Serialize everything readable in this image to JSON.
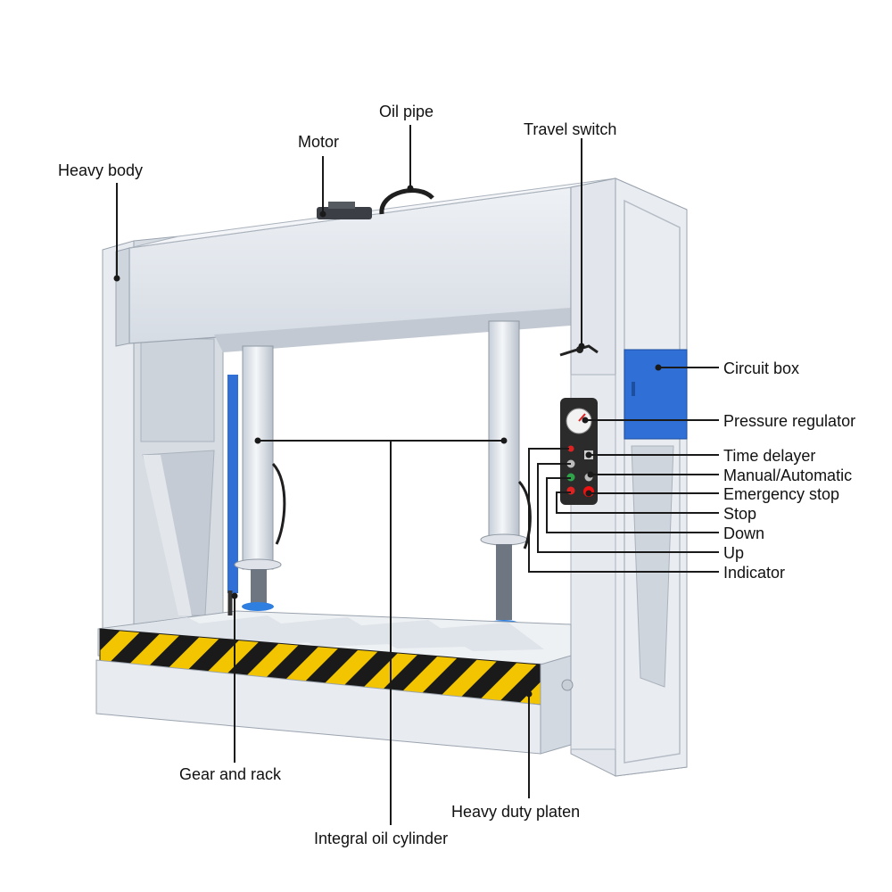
{
  "labels": {
    "heavy_body": "Heavy body",
    "motor": "Motor",
    "oil_pipe": "Oil pipe",
    "travel_switch": "Travel switch",
    "circuit_box": "Circuit box",
    "pressure_regulator": "Pressure regulator",
    "time_delayer": "Time delayer",
    "manual_automatic": "Manual/Automatic",
    "emergency_stop": "Emergency stop",
    "stop": "Stop",
    "down": "Down",
    "up": "Up",
    "indicator": "Indicator",
    "gear_and_rack": "Gear and rack",
    "heavy_duty_platen": "Heavy duty platen",
    "integral_oil_cylinder": "Integral oil cylinder"
  },
  "colors": {
    "frame": "#e6eaf0",
    "frame_shade": "#c9d0da",
    "frame_edge": "#9aa3ae",
    "circuit_box": "#2f6fd6",
    "hazard_yellow": "#f2c500",
    "hazard_black": "#1a1a1a",
    "panel": "#2b2b2b",
    "leader": "#1a1a1a"
  }
}
